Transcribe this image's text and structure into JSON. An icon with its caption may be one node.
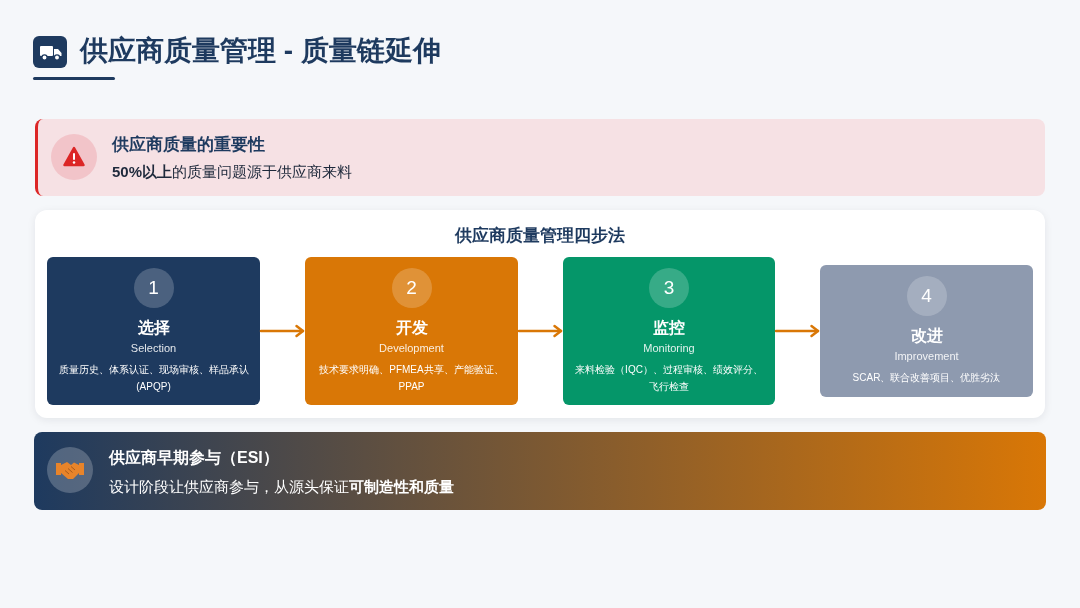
{
  "diagram": {
    "title": "供应商质量管理 - 质量链延伸",
    "nodes": [
      {
        "text": [
          "供应商质量的重要性",
          "**50%以上**的质量问题源于供应商来料"
        ]
      },
      {
        "text": [
          "供应商质量管理四步法"
        ]
      },
      {
        "text": [
          "选择",
          "Selection",
          "质量历史、体系认证、现场审核、样品承认(APQP)"
        ],
        "in": 1
      },
      {
        "text": [
          "1"
        ],
        "in": 2
      },
      {
        "text": [
          "开发",
          "Development",
          "技术要求明确、PFMEA共享、产能验证、PPAP"
        ],
        "in": 1
      },
      {
        "text": [
          "2"
        ],
        "in": 4
      },
      {
        "text": [
          "监控",
          "Monitoring",
          "来料检验（IQC）、过程审核、绩效评分、飞行检查"
        ],
        "in": 1
      },
      {
        "text": [
          "3"
        ],
        "in": 6
      },
      {
        "text": [
          "改进",
          "Improvement",
          "SCAR、联合改善项目、优胜劣汰"
        ],
        "in": 1
      },
      {
        "text": [
          "4"
        ],
        "in": 8
      },
      {
        "text": [
          "供应商早期参与（ESI）",
          "设计阶段让供应商参与，从源头保证**可制造性和质量**"
        ]
      }
    ],
    "edges": [
      {
        "from": 2,
        "to": 4,
        "arrow": "to"
      },
      {
        "from": 4,
        "to": 6,
        "arrow": "to"
      },
      {
        "from": 6,
        "to": 8,
        "arrow": "to"
      }
    ]
  }
}
